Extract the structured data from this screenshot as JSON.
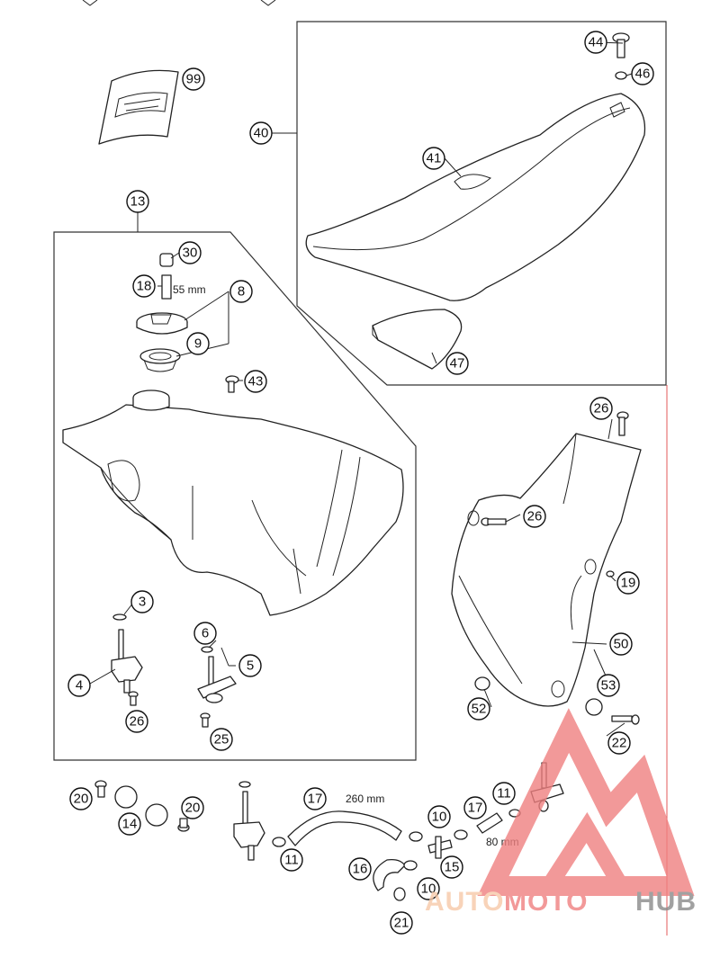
{
  "callouts": {
    "c99": "99",
    "c40": "40",
    "c41": "41",
    "c44": "44",
    "c46": "46",
    "c47": "47",
    "c13": "13",
    "c30": "30",
    "c18": "18",
    "c8": "8",
    "c9": "9",
    "c43": "43",
    "c3": "3",
    "c4": "4",
    "c26a": "26",
    "c6": "6",
    "c5": "5",
    "c25": "25",
    "c26b": "26",
    "c26c": "26",
    "c19": "19",
    "c50": "50",
    "c53": "53",
    "c52": "52",
    "c22": "22",
    "c20a": "20",
    "c14": "14",
    "c20b": "20",
    "c11a": "11",
    "c17a": "17",
    "c10a": "10",
    "c17b": "17",
    "c11b": "11",
    "c16": "16",
    "c10b": "10",
    "c15": "15",
    "c21": "21"
  },
  "dimensions": {
    "hose_18_length": "55 mm",
    "hose_17_long_length": "260 mm",
    "hose_17_short_length": "80 mm"
  },
  "watermark": {
    "part1": "AUTO",
    "part2": "MOTO",
    "part3": "HUB",
    "color_light": "#f7c9a8",
    "color_red": "#f08080",
    "color_gray": "#8a8a8a"
  }
}
